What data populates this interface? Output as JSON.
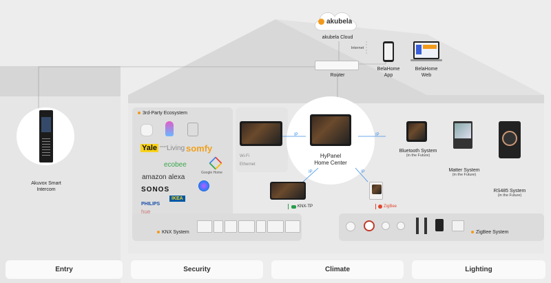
{
  "cloud": {
    "brand": "akubela",
    "label": "akubela Cloud"
  },
  "internet_label": "Internet",
  "router_label": "Router",
  "apps": [
    {
      "name": "BelaHome",
      "sub": "App"
    },
    {
      "name": "BelaHome",
      "sub": "Web"
    }
  ],
  "intercom": {
    "line1": "Akuvox Smart",
    "line2": "Intercom"
  },
  "ecosystem": {
    "title": "3rd-Party Ecosystem",
    "brands": [
      "Yale",
      "Living",
      "somfy",
      "ecobee",
      "amazon alexa",
      "Google Home",
      "SONOS",
      "PHILIPS",
      "hue",
      "IKEA"
    ],
    "living_prefix": "smart"
  },
  "wired": {
    "wifi": "Wi-Fi",
    "ethernet": "Ethernet"
  },
  "ip_label": "IP",
  "hub": {
    "line1": "HyPanel",
    "line2": "Home Center"
  },
  "bluetooth": {
    "title": "Bluetooth System",
    "sub": "(in the Future)"
  },
  "matter": {
    "title": "Matter System",
    "sub": "(in the Future)"
  },
  "rs485": {
    "title": "RS485 System",
    "sub": "(in the Future)"
  },
  "knx_tp": "KNX-TP",
  "zigbee_tag": "ZigBee",
  "knx_system": "KNX System",
  "zigbee_system": "ZigBee System",
  "tabs": [
    "Entry",
    "Security",
    "Climate",
    "Lighting"
  ],
  "colors": {
    "accent": "#f29a1b",
    "ip_blue": "#3a8ee6",
    "knx_green": "#2a9d4a",
    "zigbee_red": "#e0462b"
  }
}
